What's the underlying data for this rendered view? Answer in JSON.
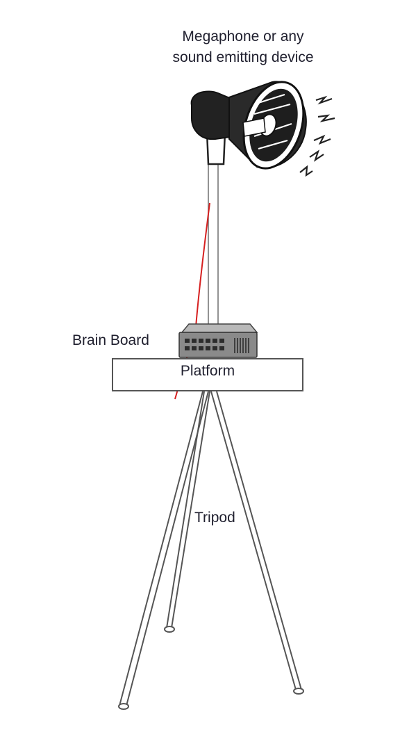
{
  "labels": {
    "megaphone_line1": "Megaphone or any",
    "megaphone_line2": "sound emitting device",
    "brain_board": "Brain Board",
    "platform": "Platform",
    "tripod": "Tripod"
  },
  "colors": {
    "outline": "#3a3a3a",
    "megaphone_fill": "#222222",
    "board_fill": "#8a8a8a",
    "cable": "#d62020",
    "text": "#1f1f2e"
  }
}
